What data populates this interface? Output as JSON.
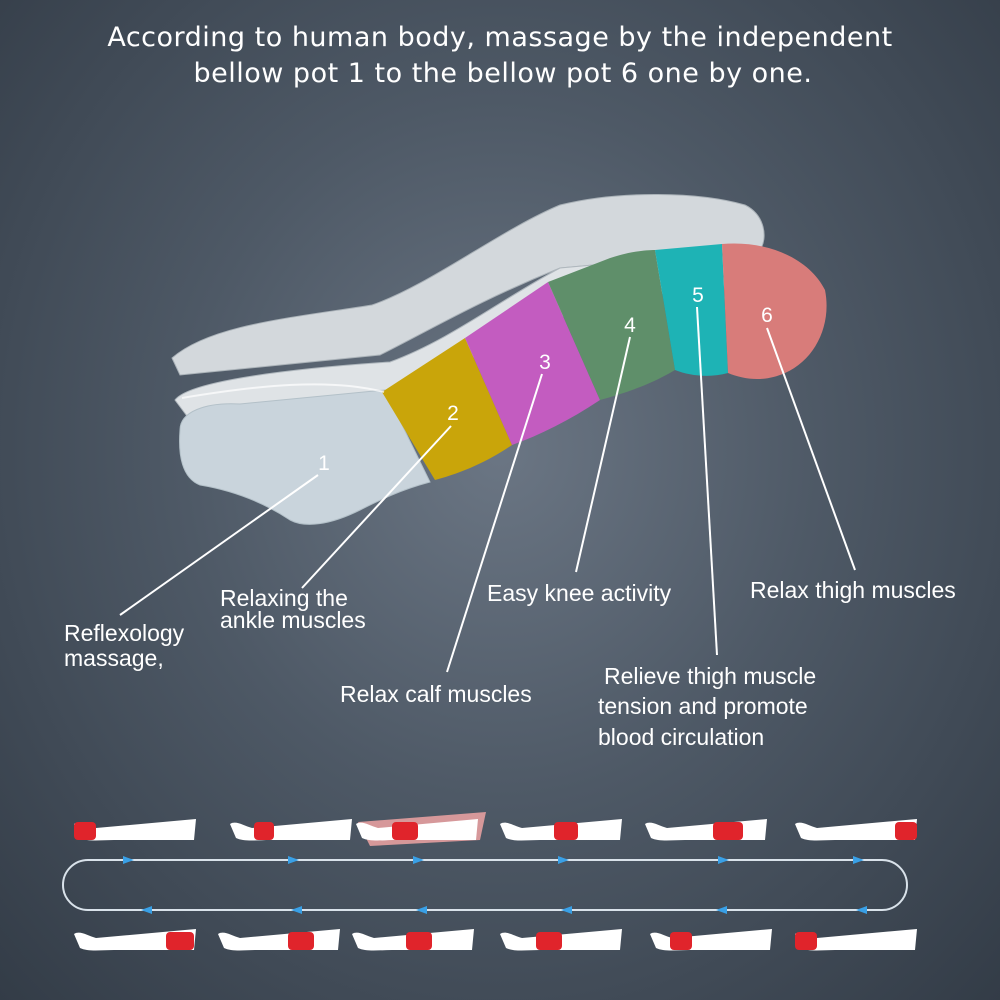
{
  "heading": {
    "line1": "According to human body, massage by the independent",
    "line2": "bellow pot 1 to the bellow pot 6 one by one."
  },
  "pots": [
    {
      "number": "1",
      "label_lines": [
        "Reflexology",
        "massage,"
      ],
      "color": "#c9d4dc"
    },
    {
      "number": "2",
      "label_lines": [
        "Relaxing the",
        "ankle muscles"
      ],
      "color": "#c9a50a"
    },
    {
      "number": "3",
      "label_lines": [
        "Relax calf muscles"
      ],
      "color": "#c35cc0"
    },
    {
      "number": "4",
      "label_lines": [
        "Easy knee activity"
      ],
      "color": "#5f8f6a"
    },
    {
      "number": "5",
      "label_lines": [
        "Relieve thigh muscle",
        "tension and promote",
        "blood circulation"
      ],
      "color": "#1eb3b5"
    },
    {
      "number": "6",
      "label_lines": [
        "Relax thigh muscles"
      ],
      "color": "#d87c7a"
    }
  ],
  "cycle": {
    "line_color": "#d9e2ea",
    "arrow_color": "#39a0e6",
    "highlight_color": "#e0242b"
  }
}
